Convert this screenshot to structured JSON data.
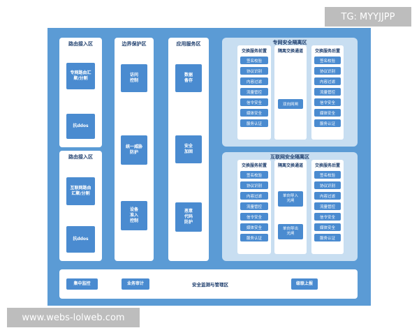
{
  "watermarks": {
    "top_right": "TG: MYYJJPP",
    "bottom_left": "www.webs-lolweb.com"
  },
  "columns": {
    "route_access_1": {
      "title": "路由接入区",
      "buttons": [
        "专网路由汇\n聚/分割",
        "抗ddos"
      ]
    },
    "route_access_2": {
      "title": "路由接入区",
      "buttons": [
        "互联网路由\n汇聚/分割",
        "抗ddos"
      ]
    },
    "boundary_protection": {
      "title": "边界保护区",
      "buttons": [
        "访问\n控制",
        "统一威胁\n防护",
        "设备\n准入\n控制"
      ]
    },
    "app_service": {
      "title": "应用服务区",
      "buttons": [
        "数据\n备存",
        "安全\n加固",
        "恶意\n代码\n防护"
      ]
    }
  },
  "private_zone": {
    "title": "专网安全隔离区",
    "front": {
      "title": "交换服务前置",
      "items": [
        "签名校验",
        "协议识别",
        "内容过滤",
        "流量管控",
        "信令安全",
        "媒体安全",
        "服务认证"
      ]
    },
    "channel": {
      "title": "隔离交换通道",
      "items": [
        "双向网闸"
      ]
    },
    "back": {
      "title": "交换服务后置",
      "items": [
        "签名校验",
        "协议识别",
        "内容过滤",
        "流量管控",
        "信令安全",
        "媒体安全",
        "服务认证"
      ]
    }
  },
  "internet_zone": {
    "title": "互联网安全隔离区",
    "front": {
      "title": "交换服务前置",
      "items": [
        "签名校验",
        "协议识别",
        "内容过滤",
        "流量管控",
        "信令安全",
        "媒体安全",
        "服务认证"
      ]
    },
    "channel": {
      "title": "隔离交换通道",
      "items": [
        "单向导入\n光闸",
        "单向导出\n光闸"
      ]
    },
    "back": {
      "title": "交换服务后置",
      "items": [
        "签名校验",
        "协议识别",
        "内容过滤",
        "流量管控",
        "信令安全",
        "媒体安全",
        "服务认证"
      ]
    }
  },
  "bottom": {
    "title": "安全监测与管理区",
    "buttons": [
      "集中监控",
      "业务审计",
      "级联上报"
    ]
  }
}
